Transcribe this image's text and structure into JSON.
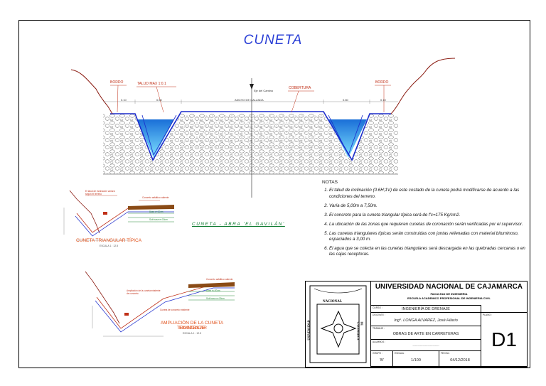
{
  "drawing": {
    "title": "CUNETA",
    "section_labels": {
      "bordo_left": "BORDO",
      "talud": "TALUD MAX 1:0.1",
      "eje": "Eje del Camino",
      "cobertura": "COBERTURA",
      "bordo_right": "BORDO",
      "dim_left_a": "0.10",
      "dim_left_b": "0.60",
      "dim_center": "ANCHO DE CALZADA",
      "dim_right_a": "0.60",
      "dim_right_b": "0.10"
    },
    "green_title": "CUNETA - ABRA 'EL GAVILÁN'"
  },
  "details": {
    "typical": {
      "caption": "CUNETA TRIANGULAR TÍPICA",
      "scale": "ESCALA 1 : 12.5",
      "labels": [
        "El talud de inclinación variará según el terreno",
        "Concreto asfáltico caliente",
        "Base e=20cm",
        "Sub base e=15cm"
      ]
    },
    "expanded": {
      "caption_line1": "AMPLIACIÓN DE LA CUNETA TRIANGULAR",
      "caption_line2": "EXISTENTE",
      "scale": "ESCALA 1 : 12.5",
      "labels": [
        "Ampliación de la cuneta existente de concreto",
        "Cuneta de concreto existente",
        "Concreto asfáltico caliente",
        "Base e=20cm",
        "Sub base e=15cm"
      ]
    }
  },
  "notes": {
    "header": "NOTAS",
    "items": [
      "El talud de inclinación (0.6H;1V) de este costado de la cuneta podrá modificarse de acuerdo a las condiciones del terreno.",
      "Varía de 5,00m a 7,50m.",
      "El concreto para la cuneta triangular típica será de f'c=175 Kg/cm2.",
      "La ubicación de las zonas que requieren cunetas de coronación serán verificadas por el supervisor.",
      "Las cunetas triangulares típicas serán construidas con juntas rellenadas con material bituminoso, espaciados a 3,00 m.",
      "El agua que se colecta en las cunetas triangulares será descargada en las quebradas cercanas o en las cajas receptoras."
    ]
  },
  "title_block": {
    "logo_top": "NACIONAL",
    "logo_left": "UNIVERSIDAD",
    "logo_right": "DE CAJAMARCA",
    "university": "UNIVERSIDAD NACIONAL DE CAJAMARCA",
    "faculty": "FACULTAD DE INGENIERIA",
    "school": "ESCUELA ACADEMICO PROFESIONAL DE INGENIERIA CIVIL",
    "curso_label": "CURSO :",
    "curso": "INGENIERÍA DE DRENAJE",
    "docente_label": "DOCENTE :",
    "docente": "Ing°. LONGA ALVAREZ, José Hilario",
    "trabajo_label": "TRABAJO :",
    "trabajo": "OBRAS DE ARTE EN CARRETERAS",
    "alumnos_label": "ALUMNOS :",
    "alumnos": "--------------------------------",
    "plano_label": "PLANO :",
    "plano": "D1",
    "grupo_label": "GRUPO :",
    "grupo": "'B'",
    "escala_label": "ESCALA :",
    "escala": "1/100",
    "fecha_label": "FECHA :",
    "fecha": "04/12/2018"
  }
}
